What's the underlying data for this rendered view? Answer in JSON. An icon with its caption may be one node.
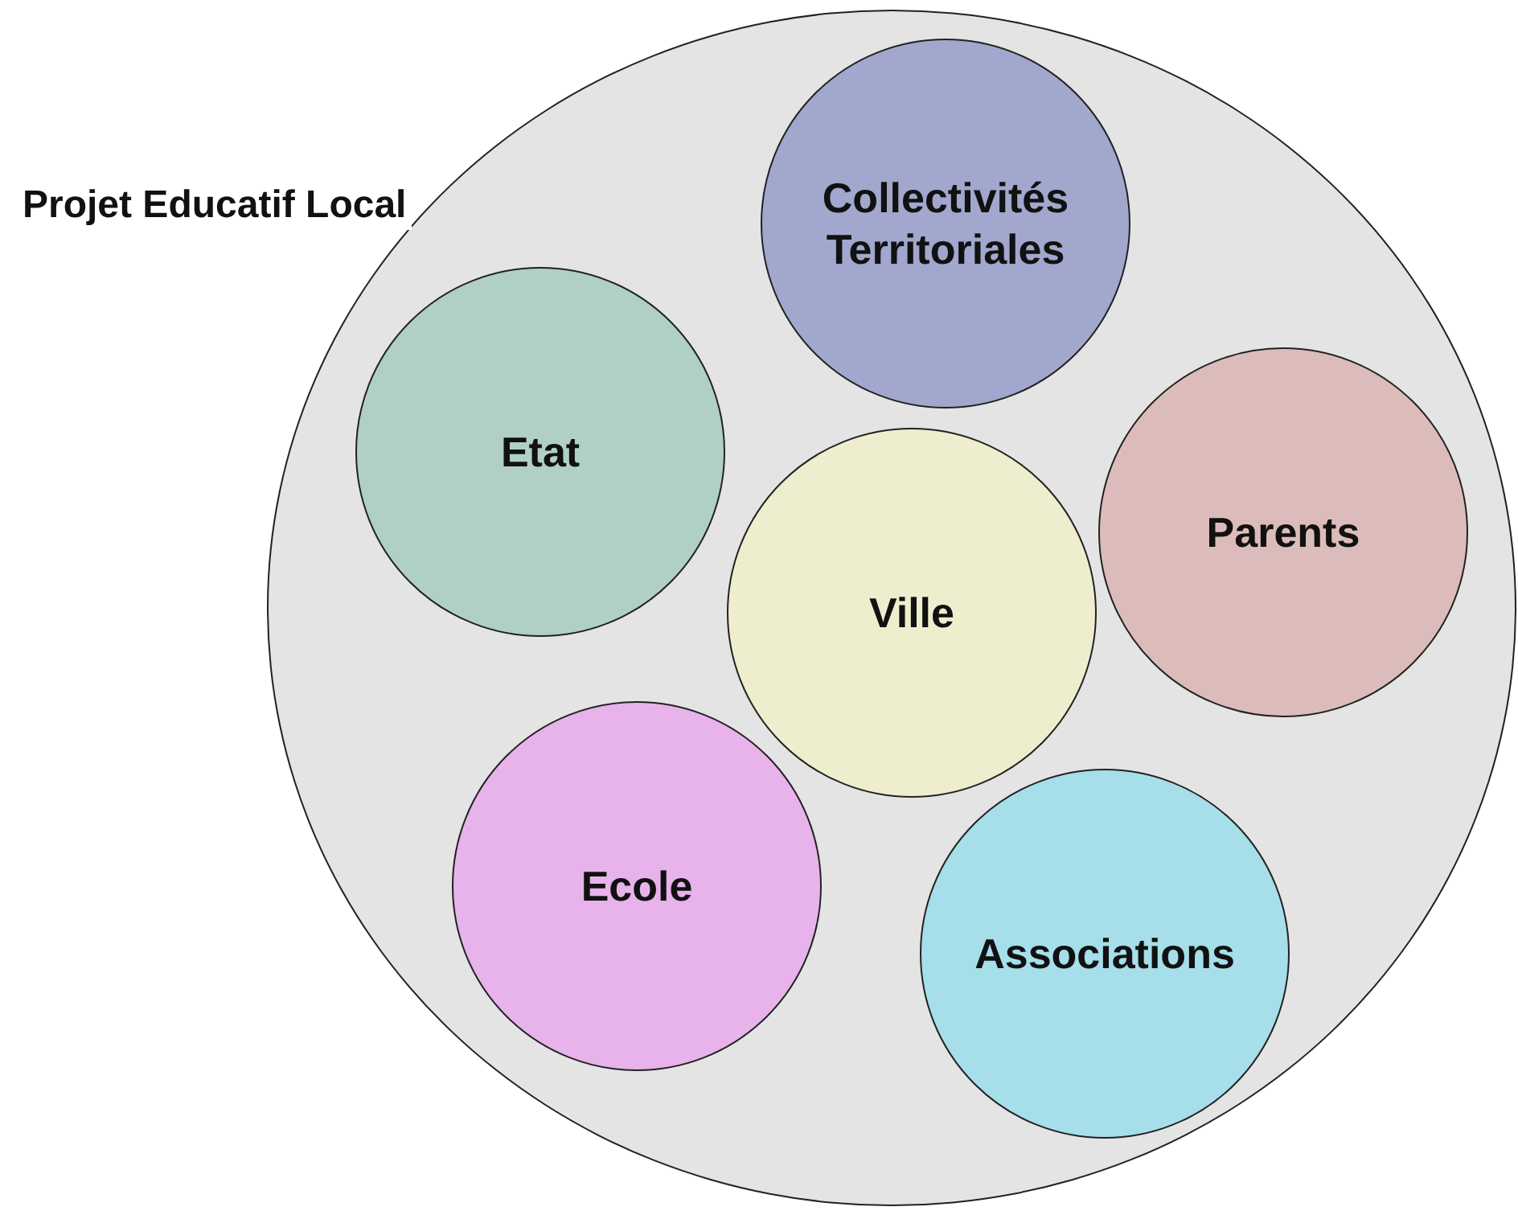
{
  "diagram": {
    "nodes": [
      {
        "text": [
          "Projet Educatif Local"
        ]
      },
      {
        "text": [
          "Collectivités Territoriales"
        ],
        "in": 0
      },
      {
        "text": [
          "Etat"
        ],
        "in": 0
      },
      {
        "text": [
          "Parents"
        ],
        "in": 0
      },
      {
        "text": [
          "Ville"
        ],
        "in": 0
      },
      {
        "text": [
          "Ecole"
        ],
        "in": 0
      },
      {
        "text": [
          "Associations"
        ],
        "in": 0
      }
    ]
  }
}
